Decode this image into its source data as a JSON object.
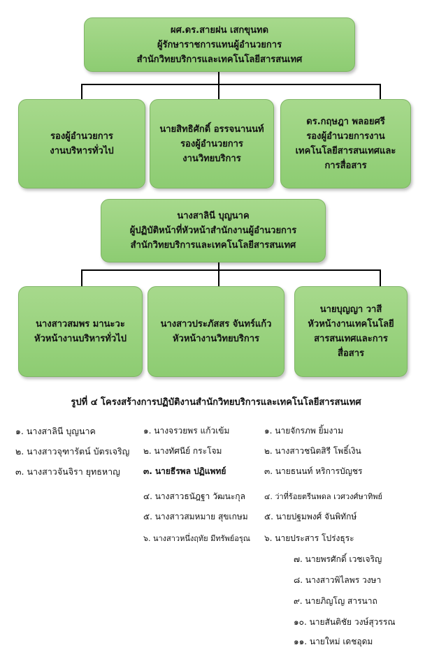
{
  "top": {
    "line1": "ผศ.ดร.สายฝน เสกขุนทด",
    "line2": "ผู้รักษาราชการแทนผู้อำนวยการ",
    "line3": "สำนักวิทยบริการและเทคโนโลยีสารสนเทศ"
  },
  "deputies": [
    {
      "lines": [
        "รองผู้อำนวยการ",
        "งานบริหารทั่วไป"
      ]
    },
    {
      "lines": [
        "นายสิทธิศักดิ์ อรรจนานนท์",
        "รองผู้อำนวยการ",
        "งานวิทยบริการ"
      ]
    },
    {
      "lines": [
        "ดร.กฤษฎา พลอยศรี",
        "รองผู้อำนวยการงาน",
        "เทคโนโลยีสารสนเทศและ",
        "การสื่อสาร"
      ]
    }
  ],
  "acting": {
    "line1": "นางสาลินี บุญนาค",
    "line2": "ผู้ปฏิบัติหน้าที่หัวหน้าสำนักงานผู้อำนวยการ",
    "line3": "สำนักวิทยบริการและเทคโนโลยีสารสนเทศ"
  },
  "heads": [
    {
      "lines": [
        "นางสาวสมพร มานะวะ",
        "หัวหน้างานบริหารทั่วไป"
      ]
    },
    {
      "lines": [
        "นางสาวประภัสสร จันทร์แก้ว",
        "หัวหน้างานวิทยบริการ"
      ]
    },
    {
      "lines": [
        "นายบุญญา  วาสี",
        "หัวหน้างานเทคโนโลยี",
        "สารสนเทศและการ",
        "สื่อสาร"
      ]
    }
  ],
  "caption": "รูปที่ ๔ โครงสร้างการปฏิบัติงานสำนักวิทยบริการและเทคโนโลยีสารสนเทศ",
  "staff": {
    "col1": [
      "๑. นางสาลินี  บุญนาค",
      "๒. นางสาวจุฑารัตน์  บัตรเจริญ",
      "๓. นางสาวจันจิรา  ยุทธหาญ"
    ],
    "col2": [
      "๑. นางจรวยพร แก้วเข้ม",
      "๒. นางทัศนีย์ กระโจม",
      "๓. นายธีรพล ปฏิแพทย์",
      "๔. นางสาวธนัฎฐา วัฒนะกุล",
      "๕. นางสาวสมหมาย สุขเกษม",
      "๖. นางสาวหนึ่งฤทัย มีทรัพย์อรุณ"
    ],
    "col3": [
      "๑. นายจักรภพ ยิ้มงาม",
      "๒. นางสาวชนิตสิรี โพธิ์เงิน",
      "๓. นายธนนท์ หริการบัญชร",
      "๔. ว่าที่ร้อยตรีนพดล เวศวงศ์ษาทิพย์",
      "๕. นายปฐมพงศ์ จันพิทักษ์",
      "๖. นายประสาร โปร่งธุระ",
      "๗. นายพรศักดิ์ เวชเจริญ",
      "๘. นางสาวพิไลพร  วงษา",
      "๙. นายภิญโญ สารนาถ",
      "๑๐. นายสันติชัย วงษ์สุวรรณ",
      "๑๑. นายใหม่ เดชอุดม"
    ]
  }
}
